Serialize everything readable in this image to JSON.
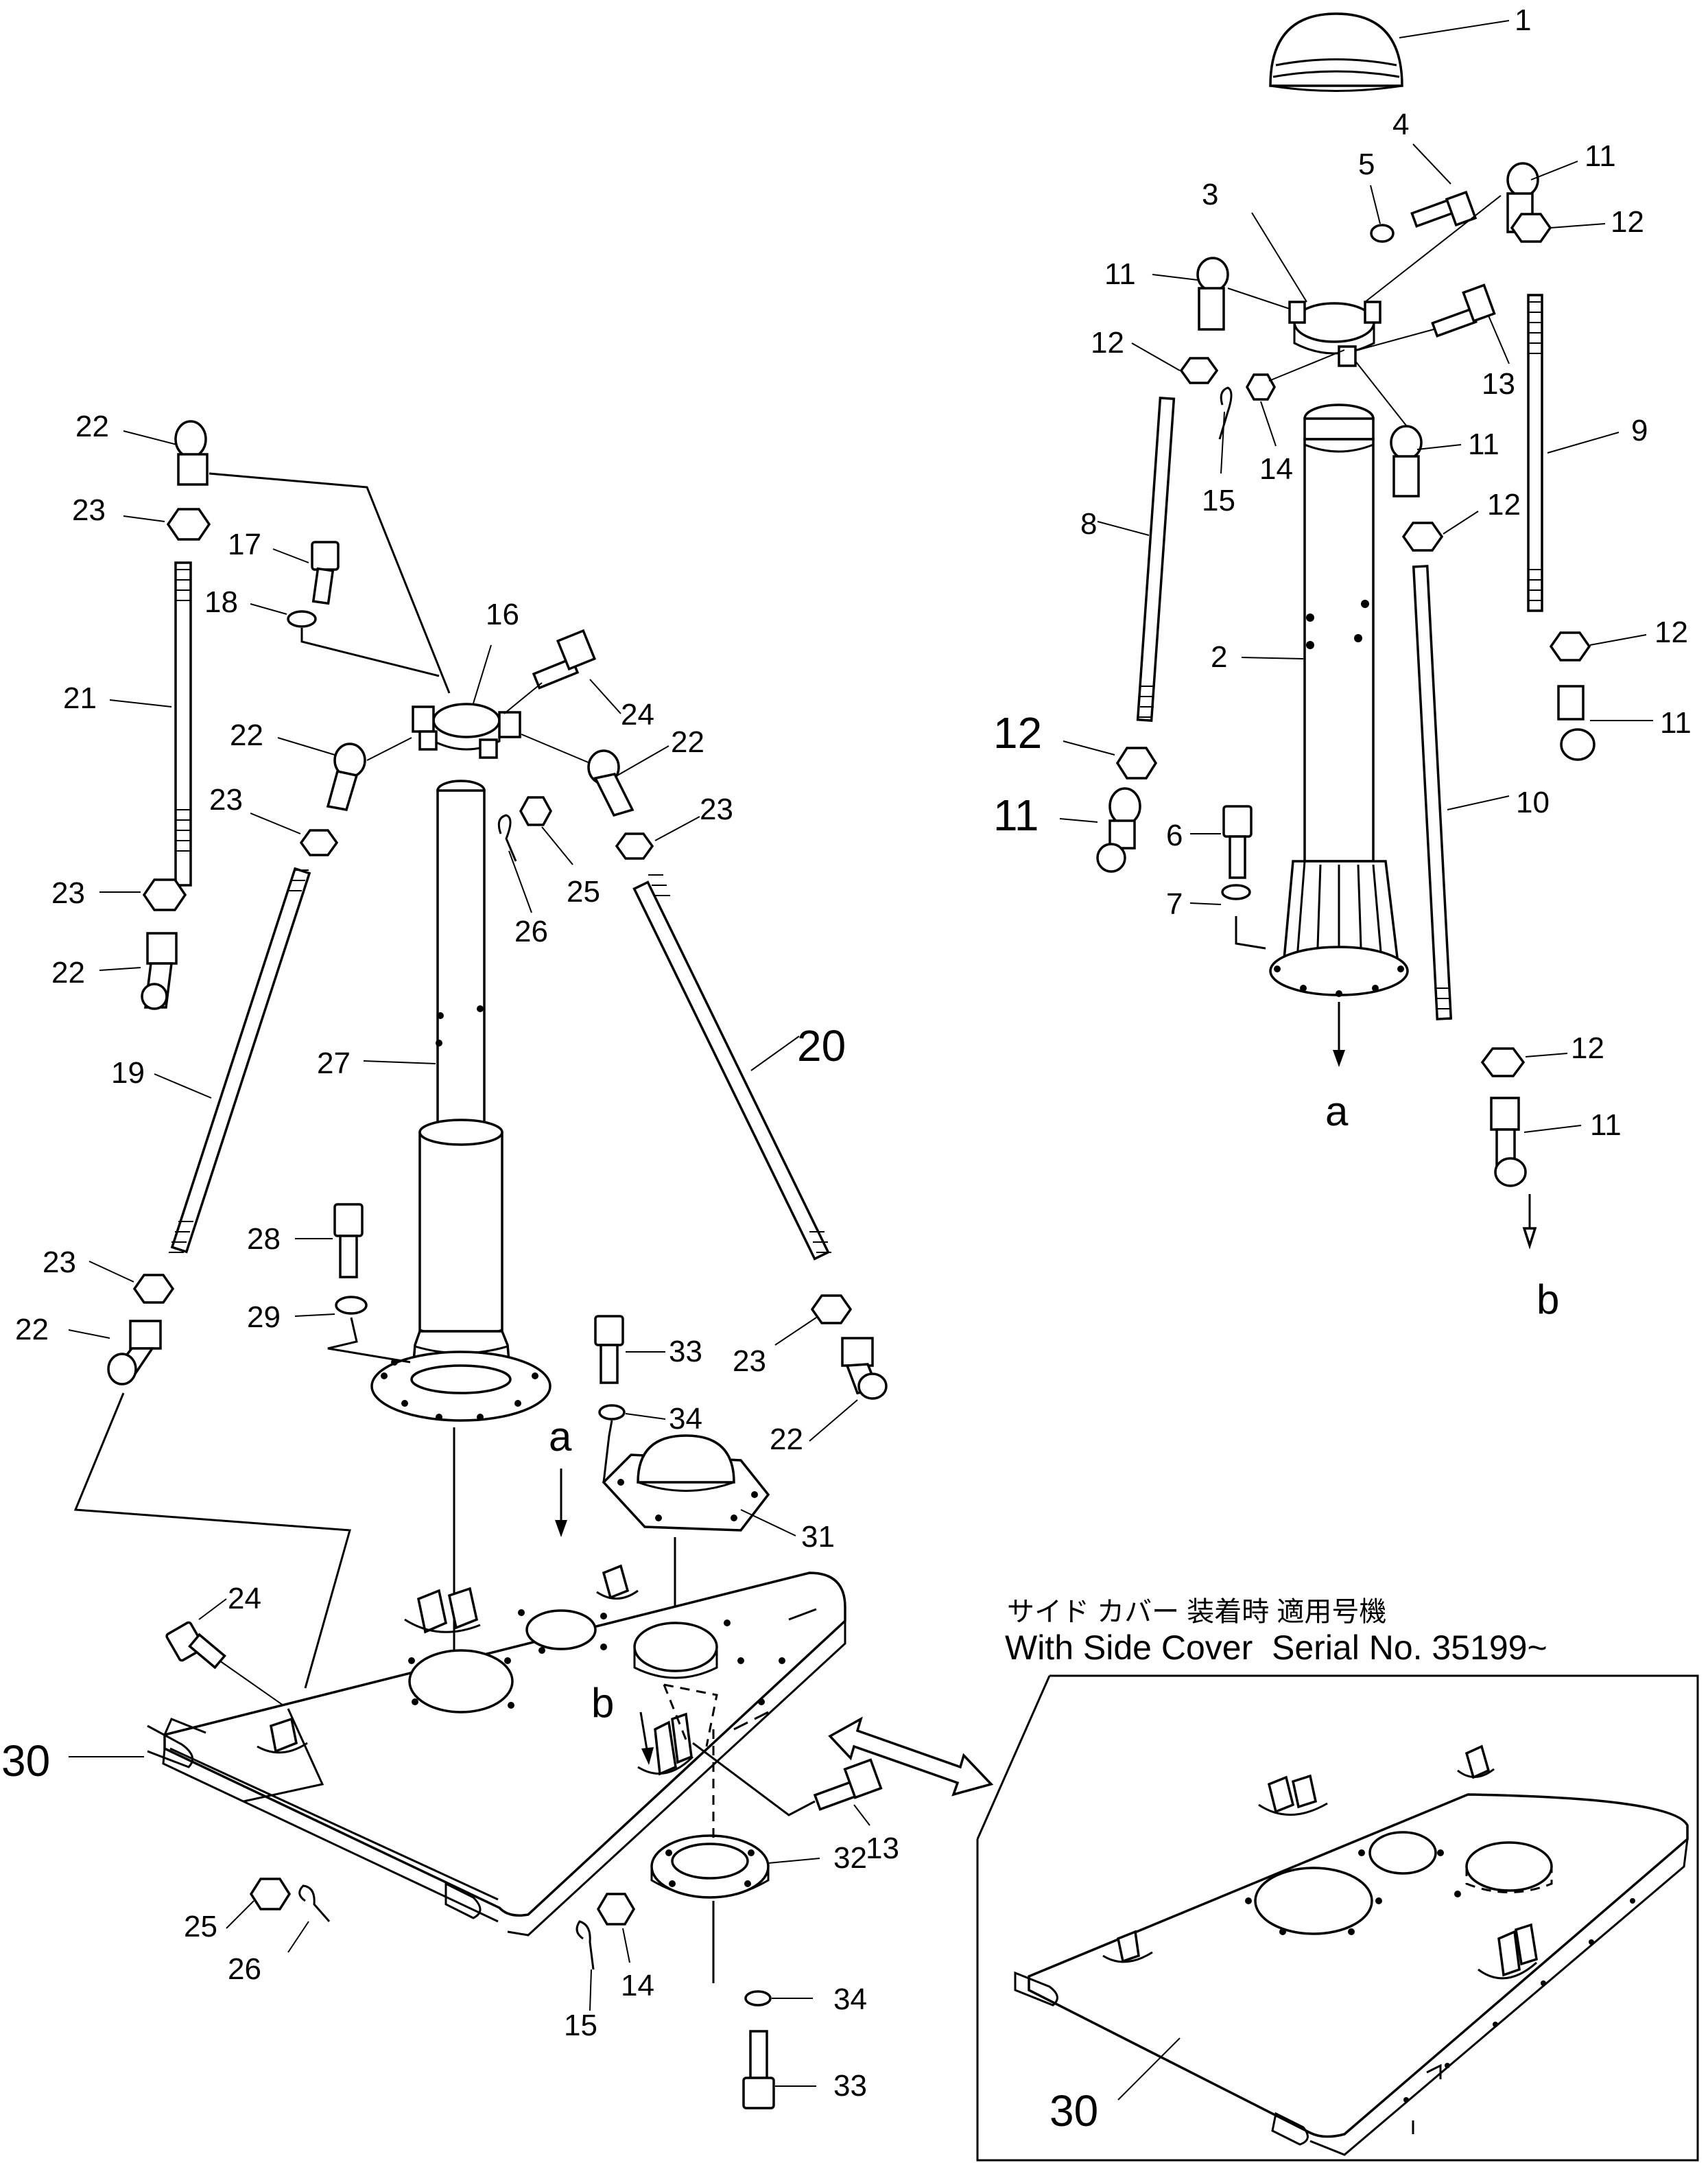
{
  "callouts": [
    {
      "n": "1"
    },
    {
      "n": "4"
    },
    {
      "n": "11"
    },
    {
      "n": "5"
    },
    {
      "n": "3"
    },
    {
      "n": "12"
    },
    {
      "n": "11"
    },
    {
      "n": "13"
    },
    {
      "n": "12"
    },
    {
      "n": "14"
    },
    {
      "n": "15"
    },
    {
      "n": "11"
    },
    {
      "n": "9"
    },
    {
      "n": "12"
    },
    {
      "n": "8"
    },
    {
      "n": "2"
    },
    {
      "n": "12"
    },
    {
      "n": "11"
    },
    {
      "n": "12"
    },
    {
      "n": "11"
    },
    {
      "n": "6"
    },
    {
      "n": "7"
    },
    {
      "n": "10"
    },
    {
      "n": "12"
    },
    {
      "n": "11"
    },
    {
      "n": "22"
    },
    {
      "n": "23"
    },
    {
      "n": "17"
    },
    {
      "n": "18"
    },
    {
      "n": "16"
    },
    {
      "n": "21"
    },
    {
      "n": "24"
    },
    {
      "n": "22"
    },
    {
      "n": "22"
    },
    {
      "n": "23"
    },
    {
      "n": "23"
    },
    {
      "n": "25"
    },
    {
      "n": "26"
    },
    {
      "n": "23"
    },
    {
      "n": "22"
    },
    {
      "n": "19"
    },
    {
      "n": "27"
    },
    {
      "n": "20"
    },
    {
      "n": "28"
    },
    {
      "n": "29"
    },
    {
      "n": "33"
    },
    {
      "n": "23"
    },
    {
      "n": "22"
    },
    {
      "n": "34"
    },
    {
      "n": "23"
    },
    {
      "n": "22"
    },
    {
      "n": "31"
    },
    {
      "n": "24"
    },
    {
      "n": "30"
    },
    {
      "n": "13"
    },
    {
      "n": "25"
    },
    {
      "n": "26"
    },
    {
      "n": "32"
    },
    {
      "n": "14"
    },
    {
      "n": "15"
    },
    {
      "n": "34"
    },
    {
      "n": "33"
    },
    {
      "n": "30"
    }
  ],
  "refs": {
    "a_top": "a",
    "b_top": "b",
    "a_bottom": "a",
    "b_bottom": "b"
  },
  "inset": {
    "caption_jp": "サイド カバー 装着時 適用号機",
    "caption_en": "With Side Cover  Serial No. 35199~"
  }
}
